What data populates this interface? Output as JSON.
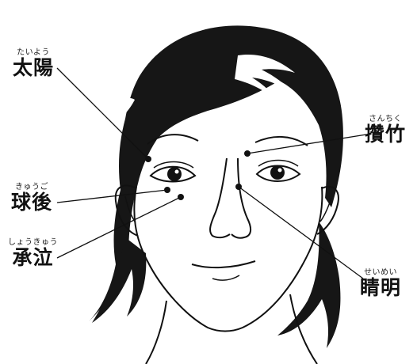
{
  "acupoints": [
    {
      "id": "taiyo",
      "name": "太陽",
      "reading": "たいよう"
    },
    {
      "id": "sanchiku",
      "name": "攢竹",
      "reading": "さんちく"
    },
    {
      "id": "kyugo",
      "name": "球後",
      "reading": "きゅうご"
    },
    {
      "id": "shokyu",
      "name": "承泣",
      "reading": "しょうきゅう"
    },
    {
      "id": "seimei",
      "name": "睛明",
      "reading": "せいめい"
    }
  ],
  "colors": {
    "ink": "#111111",
    "hair": "#161616",
    "paper": "#ffffff"
  }
}
